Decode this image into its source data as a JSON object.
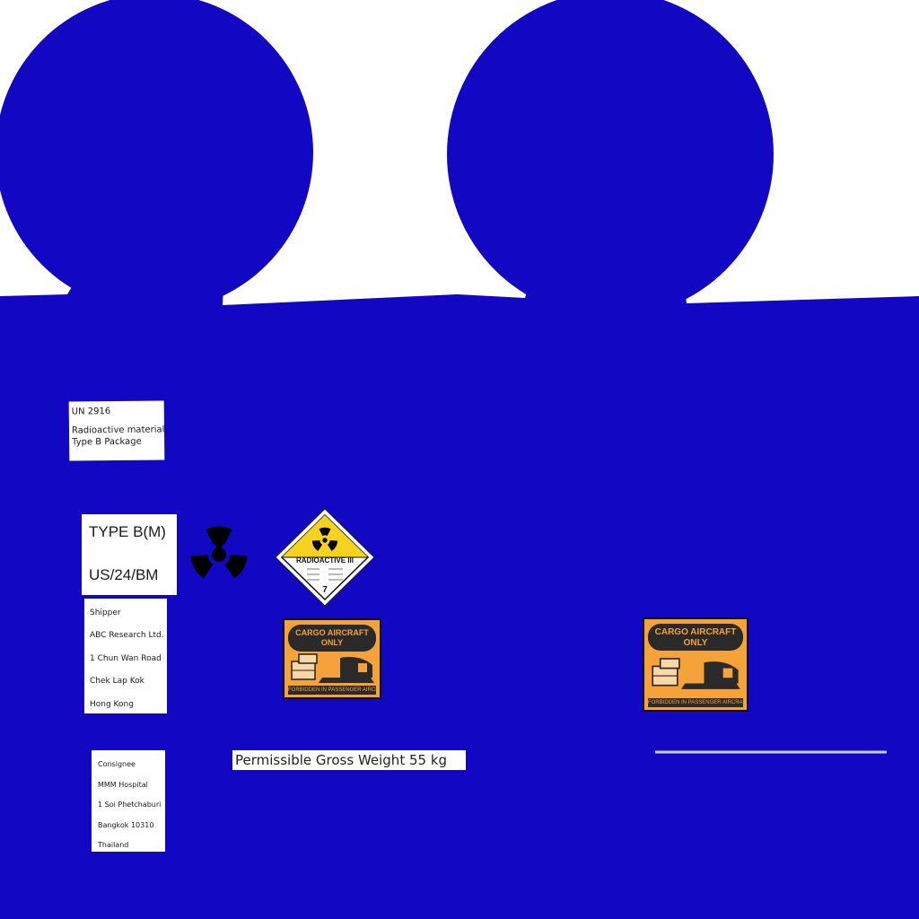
{
  "colors": {
    "background": "#1208c4",
    "paper": "#ffffff",
    "hazard_yellow": "#f7d21e",
    "cargo_orange": "#f5a23a",
    "ink": "#111111"
  },
  "un_label": {
    "line1": "UN 2916",
    "line2": "Radioactive material,",
    "line3": "Type B Package"
  },
  "type_label": {
    "line1": "TYPE B(M)",
    "line2": "US/24/BM"
  },
  "shipper": {
    "title": "Shipper",
    "name": "ABC Research Ltd.",
    "street": "1 Chun Wan Road",
    "district": "Chek Lap Kok",
    "city": "Hong Kong"
  },
  "consignee": {
    "title": "Consignee",
    "name": "MMM Hospital",
    "street": "1 Soi Phetchaburi",
    "city": "Bangkok 10310",
    "country": "Thailand"
  },
  "weight_label": {
    "text": "Permissible Gross Weight 55 kg"
  },
  "radioactive_diamond": {
    "title": "RADIOACTIVE III",
    "class_number": "7",
    "icon": "trefoil-icon"
  },
  "trefoil": {
    "icon": "trefoil-icon"
  },
  "cargo_label": {
    "line1": "CARGO AIRCRAFT",
    "line2": "ONLY",
    "footer": "FORBIDDEN IN PASSENGER AIRCRAFT",
    "icon": "cargo-boxes-icon"
  }
}
